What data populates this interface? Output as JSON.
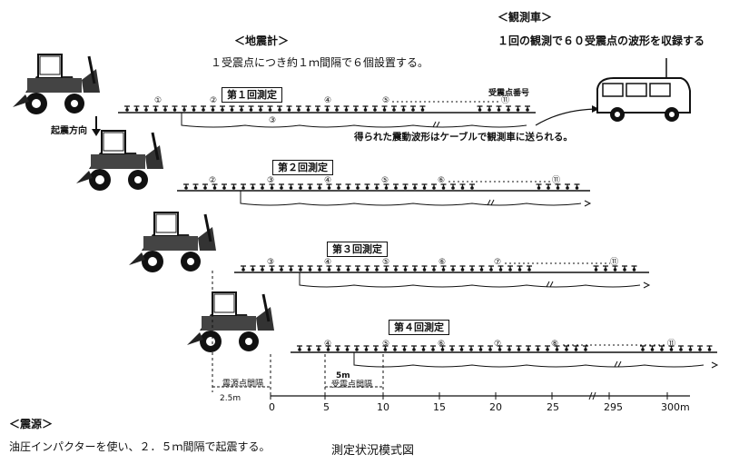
{
  "seismometer": {
    "heading": "＜地震計＞",
    "note": "１受震点につき約１ｍ間隔で６個設置する。"
  },
  "vehicle": {
    "heading": "＜観測車＞",
    "note": "１回の観測で６０受震点の波形を収録する"
  },
  "source": {
    "heading": "＜震源＞",
    "note": "油圧インパクターを使い、２．５ｍ間隔で起震する。"
  },
  "annotations": {
    "receiver_number": "受震点番号",
    "direction": "起震方向",
    "cable_note": "得られた震動波形はケーブルで観測車に送られる。",
    "source_interval_label": "震源点間隔",
    "source_interval_value": "2.5m",
    "receiver_interval_value": "5m",
    "receiver_interval_label": "受震点間隔"
  },
  "rows": [
    {
      "label": "第１回測定",
      "points": [
        "①",
        "②",
        "③",
        "④",
        "⑤",
        "⑪"
      ]
    },
    {
      "label": "第２回測定",
      "points": [
        "②",
        "③",
        "④",
        "⑤",
        "⑥",
        "⑪"
      ]
    },
    {
      "label": "第３回測定",
      "points": [
        "③",
        "④",
        "⑤",
        "⑥",
        "⑦",
        "⑪"
      ]
    },
    {
      "label": "第４回測定",
      "points": [
        "④",
        "⑤",
        "⑥",
        "⑦",
        "⑧",
        "⑪"
      ]
    }
  ],
  "scale": {
    "ticks": [
      "0",
      "5",
      "10",
      "15",
      "20",
      "25",
      "295",
      "300m"
    ]
  },
  "caption": "測定状況模式図"
}
